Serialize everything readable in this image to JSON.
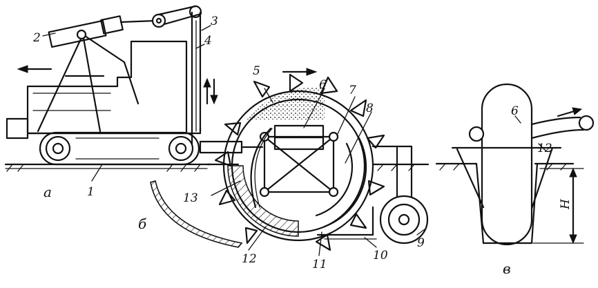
{
  "callouts": {
    "n1": "1",
    "n2": "2",
    "n3": "3",
    "n4": "4",
    "n5": "5",
    "n6a": "6",
    "n6b": "6",
    "n7": "7",
    "n8": "8",
    "n9": "9",
    "n10": "10",
    "n11": "11",
    "n12a": "12",
    "n12b": "12",
    "n13": "13"
  },
  "view_labels": {
    "a": "а",
    "b": "б",
    "v": "в"
  },
  "dimension_label": "H",
  "colors": {
    "ink": "#111111",
    "background": "#ffffff"
  }
}
